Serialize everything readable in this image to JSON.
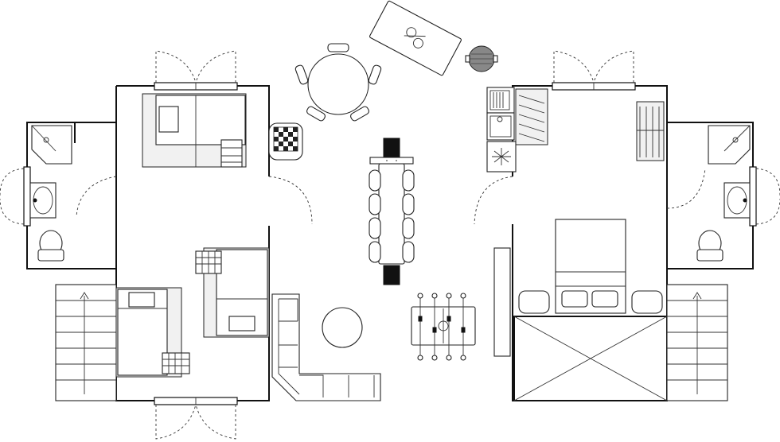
{
  "plan": {
    "accent": "#111111",
    "background": "#ffffff",
    "rooms": [
      "left-cabin",
      "right-cabin",
      "central-patio"
    ],
    "icons": [
      "bunk-bed-icon",
      "double-bed-icon",
      "toilet-icon",
      "shower-icon",
      "sink-icon",
      "stairs-icon",
      "sofa-icon",
      "dining-table-icon",
      "round-table-icon",
      "foosball-table-icon",
      "ping-pong-table-icon",
      "barbecue-icon",
      "chess-table-icon",
      "kitchen-sink-icon",
      "fridge-icon",
      "stove-icon",
      "door-swing-icon",
      "window-icon"
    ]
  }
}
